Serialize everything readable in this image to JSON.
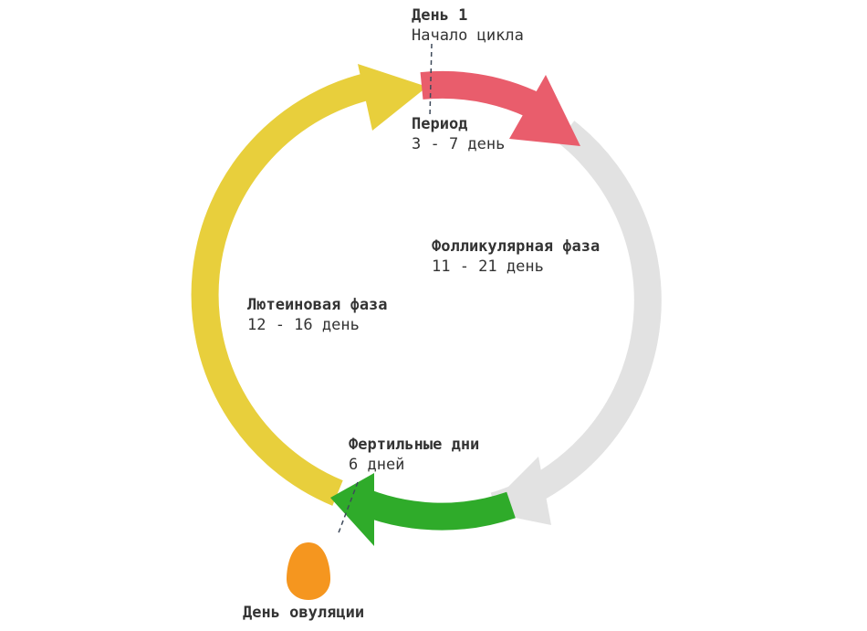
{
  "colors": {
    "period": "#e95d6c",
    "follicular": "#e2e2e2",
    "fertile": "#2fab2a",
    "luteal": "#e8cf3c",
    "egg": "#f5961f",
    "text": "#333333",
    "dashed_line": "#3e4a5a"
  },
  "labels": {
    "day1": {
      "title": "День 1",
      "subtitle": "Начало цикла"
    },
    "period": {
      "title": "Период",
      "subtitle": "3 - 7 день"
    },
    "follicular": {
      "title": "Фолликулярная фаза",
      "subtitle": "11 - 21 день"
    },
    "luteal": {
      "title": "Лютеиновая фаза",
      "subtitle": "12 - 16 день"
    },
    "fertile": {
      "title": "Фертильные дни",
      "subtitle": "6 дней"
    },
    "ovulation": {
      "title": "День овуляции"
    }
  }
}
